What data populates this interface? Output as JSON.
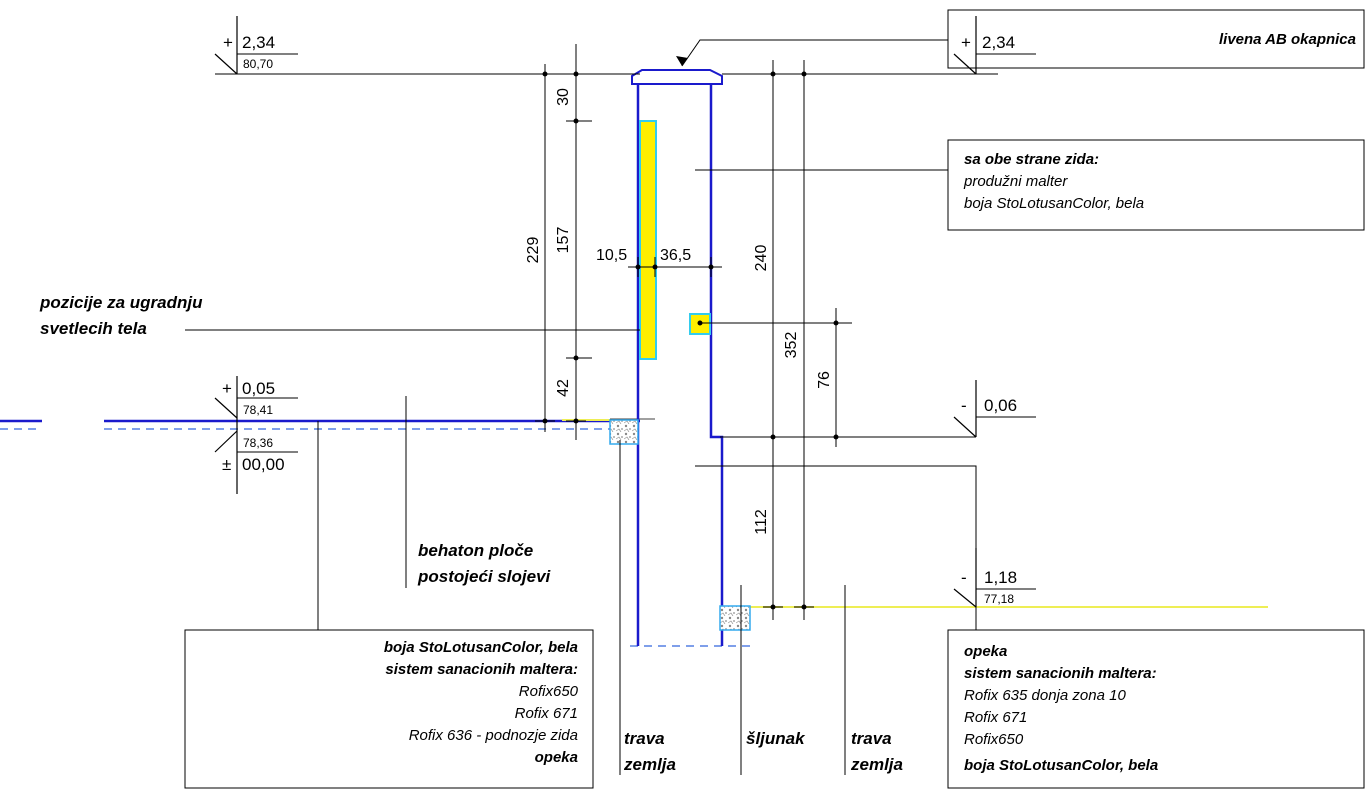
{
  "levels": {
    "top_left": {
      "sign": "+",
      "value": "2,34",
      "abs": "80,70"
    },
    "top_right": {
      "sign": "+",
      "value": "2,34"
    },
    "mid_left_top": {
      "sign": "+",
      "value": "0,05",
      "abs": "78,41"
    },
    "mid_left_bottom": {
      "sign": "±",
      "value": "00,00",
      "abs": "78,36"
    },
    "mid_right": {
      "sign": "-",
      "value": "0,06"
    },
    "low_right": {
      "sign": "-",
      "value": "1,18",
      "abs": "77,18"
    }
  },
  "dimensions": {
    "d30": "30",
    "d229": "229",
    "d157": "157",
    "d42": "42",
    "d10_5": "10,5",
    "d36_5": "36,5",
    "d240": "240",
    "d352": "352",
    "d76": "76",
    "d112": "112"
  },
  "labels": {
    "okapnica": "livena AB okapnica",
    "both_sides": {
      "title": "sa obe strane zida:",
      "line1": "produžni malter",
      "line2": "boja StoLotusanColor, bela"
    },
    "positions": {
      "line1": "pozicije za ugradnju",
      "line2": "svetlecih tela"
    },
    "behaton": {
      "line1": "behaton ploče",
      "line2": "postojeći slojevi"
    },
    "left_box": {
      "line1": "boja StoLotusanColor, bela",
      "line2": "sistem sanacionih maltera:",
      "line3": "Rofix650",
      "line4": "Rofix 671",
      "line5": "Rofix 636 - podnozje zida",
      "line6": "opeka"
    },
    "right_box": {
      "line1": "opeka",
      "line2": "sistem sanacionih maltera:",
      "line3": "Rofix 635 donja zona 10",
      "line4": "Rofix 671",
      "line5": "Rofix650",
      "line6": "boja StoLotusanColor, bela"
    },
    "trava1": {
      "line1": "trava",
      "line2": "zemlja"
    },
    "sljunak": "šljunak",
    "trava2": {
      "line1": "trava",
      "line2": "zemlja"
    }
  },
  "colors": {
    "wall": "#1a1acc",
    "ground": "#1a1acc",
    "gravel_line": "#eeee55",
    "light_fill": "#ffee00",
    "light_stroke": "#33ccee"
  }
}
